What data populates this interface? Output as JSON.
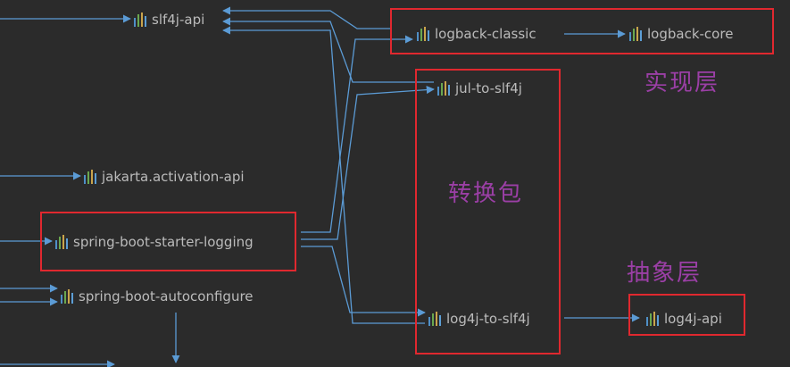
{
  "nodes": {
    "slf4j_api": "slf4j-api",
    "logback_classic": "logback-classic",
    "logback_core": "logback-core",
    "jul_to_slf4j": "jul-to-slf4j",
    "jakarta_activation_api": "jakarta.activation-api",
    "spring_boot_starter_logging": "spring-boot-starter-logging",
    "spring_boot_autoconfigure": "spring-boot-autoconfigure",
    "log4j_to_slf4j": "log4j-to-slf4j",
    "log4j_api": "log4j-api"
  },
  "annotations": {
    "implementation_layer": "实现层",
    "bridge_packages": "转换包",
    "abstraction_layer": "抽象层"
  },
  "colors": {
    "background": "#2b2b2b",
    "edge": "#5b9bd5",
    "highlight_box": "#e0282f",
    "annotation": "#9b3fa6",
    "label": "#bbbbbb"
  },
  "icons": {
    "node_icon": "module-bar-chart-icon"
  }
}
